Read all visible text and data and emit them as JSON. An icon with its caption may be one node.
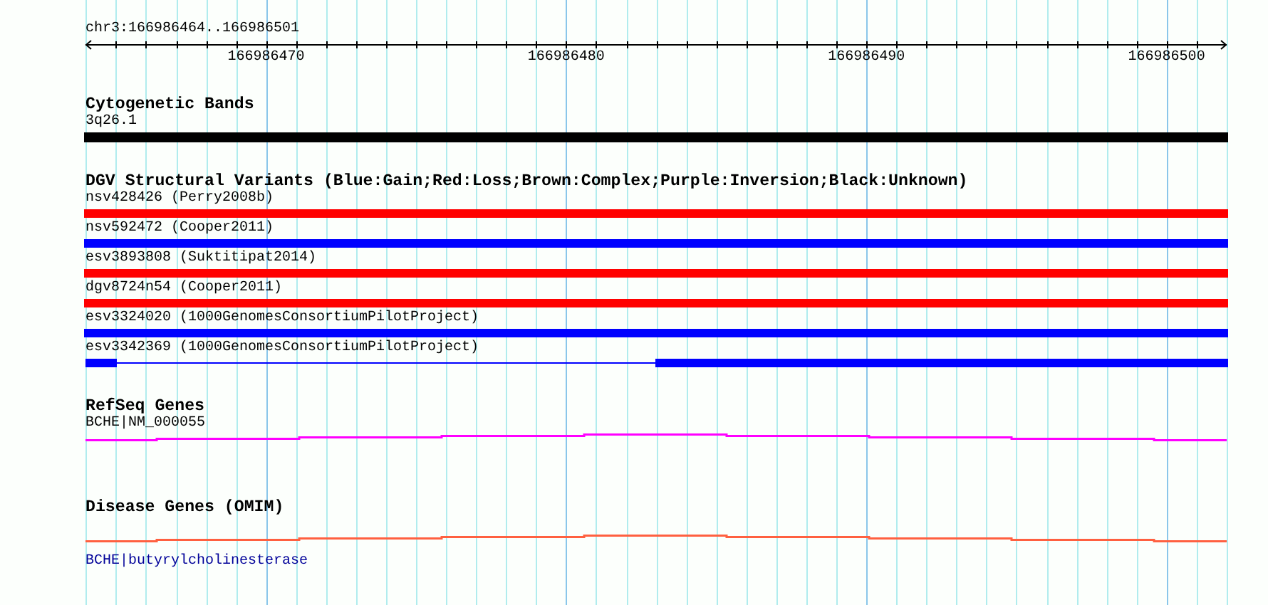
{
  "diagram": {
    "labels": [
      "chr3:166986464..166986501",
      "166986470",
      "166986480",
      "166986490",
      "166986500",
      "Cytogenetic Bands",
      "3q26.1",
      "DGV Structural Variants (Blue:Gain;Red:Loss;Brown:Complex;Purple:Inversion;Black:Unknown)",
      "nsv428426 (Perry2008b)",
      "nsv592472 (Cooper2011)",
      "esv3893808 (Suktitipat2014)",
      "dgv8724n54 (Cooper2011)",
      "esv3324020 (1000GenomesConsortiumPilotProject)",
      "esv3342369 (1000GenomesConsortiumPilotProject)",
      "RefSeq Genes",
      "BCHE|NM_000055",
      "Disease Genes (OMIM)",
      "BCHE|butyrylcholinesterase"
    ]
  }
}
